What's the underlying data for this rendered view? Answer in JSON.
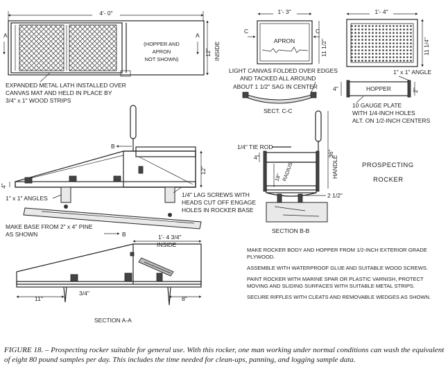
{
  "labels": {
    "overall_length": "4'- 0\"",
    "hopper_apron_not_shown": [
      "(HOPPER AND",
      "APRON",
      "NOT SHOWN)"
    ],
    "section_a": "A",
    "inside_12": "12\"",
    "inside": "INSIDE",
    "lath_note": [
      "EXPANDED METAL LATH INSTALLED OVER",
      "CANVAS MAT AND HELD IN PLACE BY",
      "3/4\" x 1\" WOOD STRIPS"
    ],
    "apron_width": "1'- 3\"",
    "apron": "APRON",
    "apron_height": "11 1/2\"",
    "section_c": "C",
    "plate_width": "1'- 4\"",
    "plate_height": "11 1/4\"",
    "canvas_note": [
      "LIGHT CANVAS FOLDED OVER EDGES",
      "AND TACKED ALL AROUND",
      "ABOUT 1 1/2\" SAG IN CENTER"
    ],
    "sect_cc": "SECT. C-C",
    "angle_1x1": "1\" x 1\" ANGLE",
    "hopper": "HOPPER",
    "hopper_4": "4\"",
    "hopper_2": "2\"",
    "plate_note": [
      "10 GAUGE PLATE",
      "WITH 1/4-INCH HOLES",
      "ALT. ON 1/2-INCH CENTERS"
    ],
    "section_b": "B",
    "angles": "1\" x 1\" ANGLES",
    "dim_12": "12\"",
    "dim_4": "4\"",
    "lag_note": [
      "1/4\" LAG SCREWS WITH",
      "HEADS CUT OFF ENGAGE",
      "HOLES IN ROCKER BASE"
    ],
    "base_note": [
      "MAKE BASE FROM 2\" x 4\" PINE",
      "AS SHOWN"
    ],
    "tie_rod": "1/4\" TIE ROD",
    "radius_18": "18\"",
    "radius": "RADIUS",
    "dim_36": "36\"",
    "handle": "HANDLE",
    "dim_2_half": "2 1/2\"",
    "section_bb": "SECTION B-B",
    "title": [
      "PROSPECTING",
      "ROCKER"
    ],
    "inside_length": "1'- 4 3/4\"",
    "dim_11": "11\"",
    "dim_3_4": "3/4\"",
    "dim_8": "8\"",
    "section_aa": "SECTION A-A"
  },
  "notes": [
    "MAKE ROCKER BODY AND HOPPER FROM 1/2-INCH EXTERIOR GRADE PLYWOOD.",
    "ASSEMBLE WITH WATERPROOF GLUE AND SUITABLE WOOD SCREWS.",
    "PAINT ROCKER WITH MARINE SPAR OR PLASTIC VARNISH, PROTECT MOVING AND SLIDING SURFACES WITH SUITABLE METAL STRIPS.",
    "SECURE RIFFLES WITH CLEATS AND REMOVABLE WEDGES AS SHOWN."
  ],
  "caption": "FIGURE 18. – Prospecting rocker suitable for general use. With this rocker, one man working under normal conditions can wash the equivalent of eight 80 pound samples per day. This includes the time needed for clean-ups, panning, and logging sample data."
}
